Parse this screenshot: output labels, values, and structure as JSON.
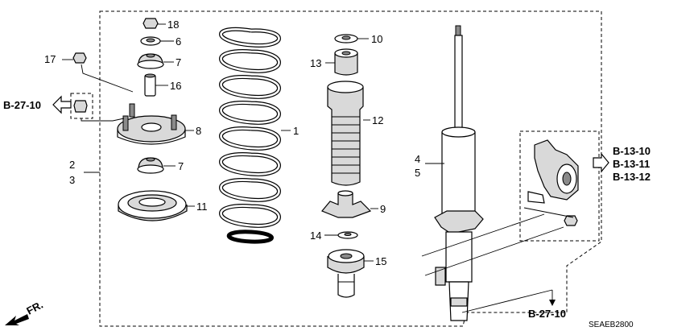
{
  "parts": {
    "p1": "1",
    "p2": "2",
    "p3": "3",
    "p4": "4",
    "p5": "5",
    "p6": "6",
    "p7a": "7",
    "p7b": "7",
    "p8": "8",
    "p9": "9",
    "p10": "10",
    "p11": "11",
    "p12": "12",
    "p13": "13",
    "p14": "14",
    "p15": "15",
    "p16": "16",
    "p17": "17",
    "p18": "18"
  },
  "refs": {
    "left": "B-27-10",
    "right1": "B-13-10",
    "right2": "B-13-11",
    "right3": "B-13-12",
    "bottom": "B-27-10"
  },
  "direction_label": "FR.",
  "diagram_code": "SEAEB2800"
}
